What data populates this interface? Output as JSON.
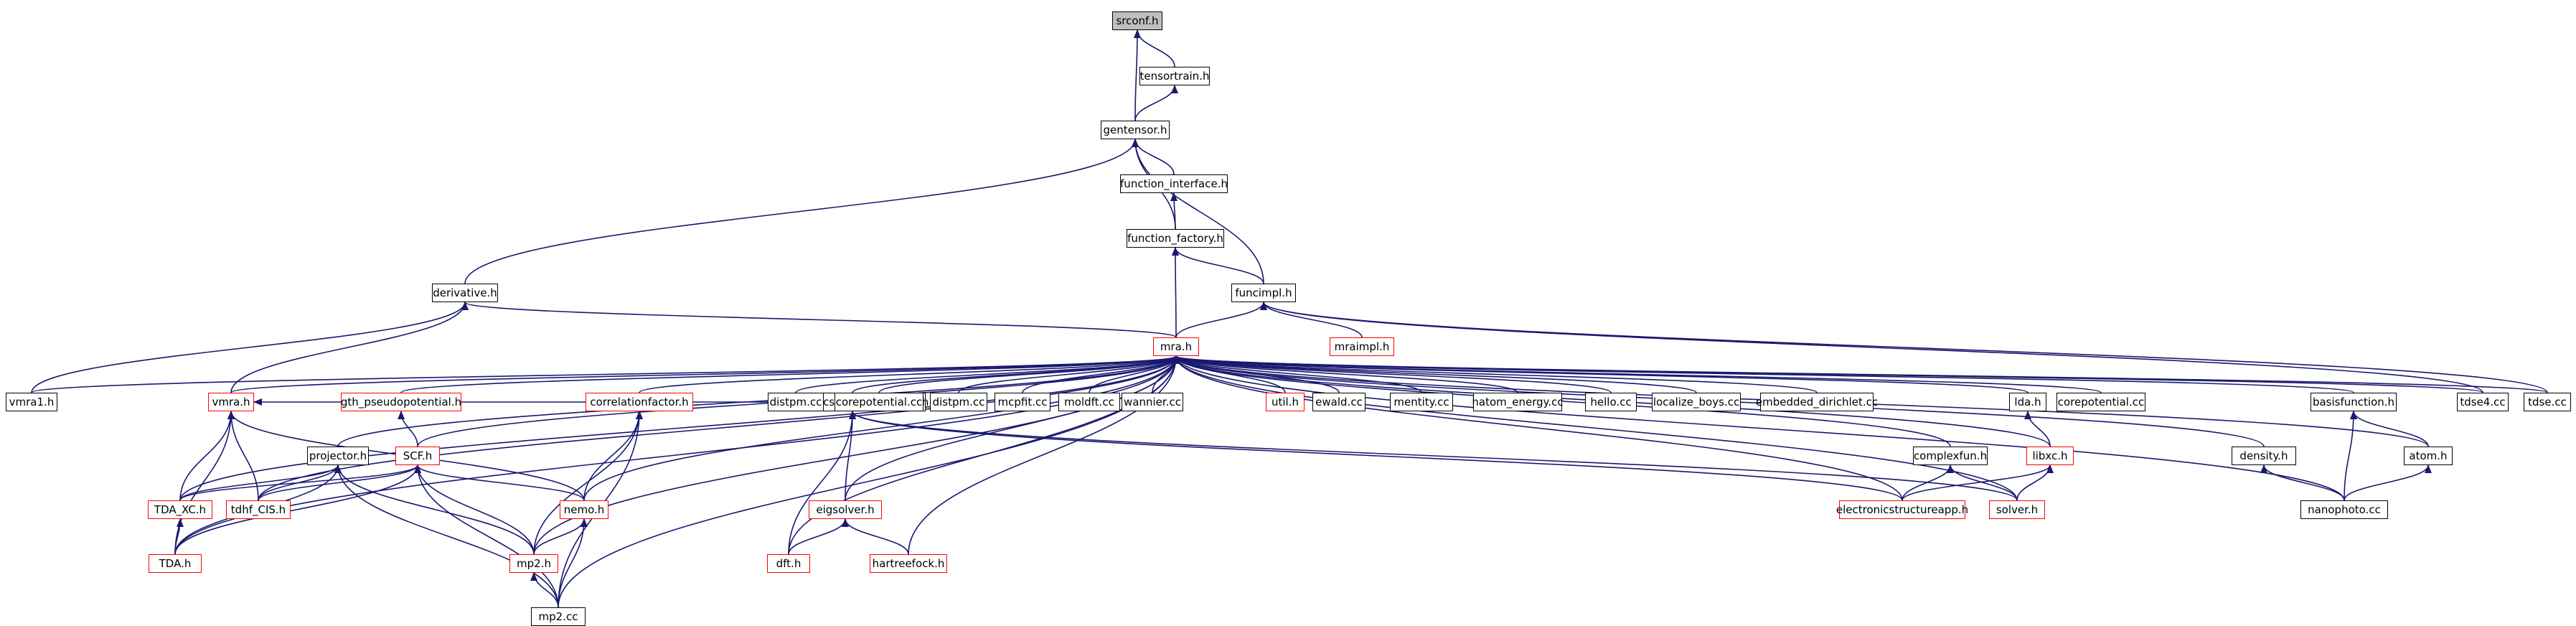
{
  "colors": {
    "edge": "#191970",
    "node_border": "#000000",
    "truncated_border": "#ff0000",
    "root_fill": "#bfbfbf",
    "background": "#ffffff"
  },
  "nodes": [
    {
      "id": "srconf",
      "label": "srconf.h",
      "style": "root"
    },
    {
      "id": "tensortrain",
      "label": "tensortrain.h",
      "style": "normal"
    },
    {
      "id": "gentensor",
      "label": "gentensor.h",
      "style": "normal"
    },
    {
      "id": "function_interface",
      "label": "function_interface.h",
      "style": "normal"
    },
    {
      "id": "function_factory",
      "label": "function_factory.h",
      "style": "normal"
    },
    {
      "id": "derivative",
      "label": "derivative.h",
      "style": "normal"
    },
    {
      "id": "funcimpl",
      "label": "funcimpl.h",
      "style": "normal"
    },
    {
      "id": "mra",
      "label": "mra.h",
      "style": "red"
    },
    {
      "id": "mraimpl",
      "label": "mraimpl.h",
      "style": "red"
    },
    {
      "id": "vmra1",
      "label": "vmra1.h",
      "style": "normal"
    },
    {
      "id": "vmra",
      "label": "vmra.h",
      "style": "red"
    },
    {
      "id": "gth",
      "label": "gth_pseudopotential.h",
      "style": "red"
    },
    {
      "id": "corrfactor",
      "label": "correlationfactor.h",
      "style": "red"
    },
    {
      "id": "esparams",
      "label": "electronicstructureparams.h",
      "style": "normal"
    },
    {
      "id": "distpm1",
      "label": "distpm.cc",
      "style": "normal"
    },
    {
      "id": "corepotential_cc1",
      "label": "corepotential.cc",
      "style": "normal"
    },
    {
      "id": "distpm2",
      "label": "distpm.cc",
      "style": "normal"
    },
    {
      "id": "mcpfit",
      "label": "mcpfit.cc",
      "style": "normal"
    },
    {
      "id": "moldft",
      "label": "moldft.cc",
      "style": "normal"
    },
    {
      "id": "wannier",
      "label": "wannier.cc",
      "style": "normal"
    },
    {
      "id": "util",
      "label": "util.h",
      "style": "red"
    },
    {
      "id": "ewald",
      "label": "ewald.cc",
      "style": "normal"
    },
    {
      "id": "mentity",
      "label": "mentity.cc",
      "style": "normal"
    },
    {
      "id": "hatom",
      "label": "hatom_energy.cc",
      "style": "normal"
    },
    {
      "id": "hello",
      "label": "hello.cc",
      "style": "normal"
    },
    {
      "id": "localize",
      "label": "localize_boys.cc",
      "style": "normal"
    },
    {
      "id": "embedded",
      "label": "embedded_dirichlet.cc",
      "style": "normal"
    },
    {
      "id": "lda",
      "label": "lda.h",
      "style": "normal"
    },
    {
      "id": "corepotential_cc2",
      "label": "corepotential.cc",
      "style": "normal"
    },
    {
      "id": "basisfunction",
      "label": "basisfunction.h",
      "style": "normal"
    },
    {
      "id": "tdse4",
      "label": "tdse4.cc",
      "style": "normal"
    },
    {
      "id": "tdse",
      "label": "tdse.cc",
      "style": "normal"
    },
    {
      "id": "projector",
      "label": "projector.h",
      "style": "normal"
    },
    {
      "id": "scf",
      "label": "SCF.h",
      "style": "red"
    },
    {
      "id": "nemo",
      "label": "nemo.h",
      "style": "red"
    },
    {
      "id": "eigsolver",
      "label": "eigsolver.h",
      "style": "red"
    },
    {
      "id": "complexfun",
      "label": "complexfun.h",
      "style": "normal"
    },
    {
      "id": "libxc",
      "label": "libxc.h",
      "style": "red"
    },
    {
      "id": "density",
      "label": "density.h",
      "style": "normal"
    },
    {
      "id": "atom",
      "label": "atom.h",
      "style": "normal"
    },
    {
      "id": "tda_xc",
      "label": "TDA_XC.h",
      "style": "red"
    },
    {
      "id": "tdhf_cis",
      "label": "tdhf_CIS.h",
      "style": "red"
    },
    {
      "id": "esapp",
      "label": "electronicstructureapp.h",
      "style": "red"
    },
    {
      "id": "solver",
      "label": "solver.h",
      "style": "red"
    },
    {
      "id": "nanophoto",
      "label": "nanophoto.cc",
      "style": "normal"
    },
    {
      "id": "tda",
      "label": "TDA.h",
      "style": "red"
    },
    {
      "id": "mp2h",
      "label": "mp2.h",
      "style": "red"
    },
    {
      "id": "dft",
      "label": "dft.h",
      "style": "red"
    },
    {
      "id": "hartreefock",
      "label": "hartreefock.h",
      "style": "red"
    },
    {
      "id": "mp2cc",
      "label": "mp2.cc",
      "style": "normal"
    }
  ],
  "edges": [
    [
      "tensortrain",
      "srconf"
    ],
    [
      "gentensor",
      "srconf"
    ],
    [
      "gentensor",
      "tensortrain"
    ],
    [
      "function_interface",
      "gentensor"
    ],
    [
      "function_factory",
      "gentensor"
    ],
    [
      "derivative",
      "gentensor"
    ],
    [
      "funcimpl",
      "gentensor"
    ],
    [
      "function_factory",
      "function_interface"
    ],
    [
      "mra",
      "function_factory"
    ],
    [
      "funcimpl",
      "function_factory"
    ],
    [
      "vmra1",
      "derivative"
    ],
    [
      "vmra",
      "derivative"
    ],
    [
      "mra",
      "derivative"
    ],
    [
      "mra",
      "funcimpl"
    ],
    [
      "mraimpl",
      "funcimpl"
    ],
    [
      "tdse",
      "funcimpl"
    ],
    [
      "tdse4",
      "funcimpl"
    ],
    [
      "vmra1",
      "mra"
    ],
    [
      "vmra",
      "mra"
    ],
    [
      "gth",
      "mra"
    ],
    [
      "corrfactor",
      "mra"
    ],
    [
      "esparams",
      "mra"
    ],
    [
      "distpm1",
      "mra"
    ],
    [
      "corepotential_cc1",
      "mra"
    ],
    [
      "distpm2",
      "mra"
    ],
    [
      "mcpfit",
      "mra"
    ],
    [
      "moldft",
      "mra"
    ],
    [
      "wannier",
      "mra"
    ],
    [
      "util",
      "mra"
    ],
    [
      "ewald",
      "mra"
    ],
    [
      "mentity",
      "mra"
    ],
    [
      "hatom",
      "mra"
    ],
    [
      "hello",
      "mra"
    ],
    [
      "localize",
      "mra"
    ],
    [
      "embedded",
      "mra"
    ],
    [
      "lda",
      "mra"
    ],
    [
      "corepotential_cc2",
      "mra"
    ],
    [
      "basisfunction",
      "mra"
    ],
    [
      "tdse4",
      "mra"
    ],
    [
      "tdse",
      "mra"
    ],
    [
      "projector",
      "mra"
    ],
    [
      "scf",
      "mra"
    ],
    [
      "nemo",
      "mra"
    ],
    [
      "eigsolver",
      "mra"
    ],
    [
      "complexfun",
      "mra"
    ],
    [
      "libxc",
      "mra"
    ],
    [
      "density",
      "mra"
    ],
    [
      "atom",
      "mra"
    ],
    [
      "tda_xc",
      "mra"
    ],
    [
      "tdhf_cis",
      "mra"
    ],
    [
      "esapp",
      "mra"
    ],
    [
      "solver",
      "mra"
    ],
    [
      "nanophoto",
      "mra"
    ],
    [
      "tda",
      "mra"
    ],
    [
      "mp2h",
      "mra"
    ],
    [
      "dft",
      "mra"
    ],
    [
      "hartreefock",
      "mra"
    ],
    [
      "mp2cc",
      "mra"
    ],
    [
      "tda_xc",
      "vmra"
    ],
    [
      "tdhf_cis",
      "vmra"
    ],
    [
      "tda",
      "vmra"
    ],
    [
      "nemo",
      "vmra"
    ],
    [
      "esparams",
      "vmra"
    ],
    [
      "scf",
      "gth"
    ],
    [
      "tda_xc",
      "projector"
    ],
    [
      "tdhf_cis",
      "projector"
    ],
    [
      "tda",
      "projector"
    ],
    [
      "mp2h",
      "projector"
    ],
    [
      "mp2cc",
      "projector"
    ],
    [
      "tda_xc",
      "scf"
    ],
    [
      "tdhf_cis",
      "scf"
    ],
    [
      "nemo",
      "scf"
    ],
    [
      "mp2h",
      "scf"
    ],
    [
      "mp2cc",
      "scf"
    ],
    [
      "tda",
      "scf"
    ],
    [
      "nemo",
      "corrfactor"
    ],
    [
      "mp2h",
      "corrfactor"
    ],
    [
      "mp2cc",
      "corrfactor"
    ],
    [
      "mp2h",
      "nemo"
    ],
    [
      "mp2cc",
      "nemo"
    ],
    [
      "mp2cc",
      "mp2h"
    ],
    [
      "tda",
      "tda_xc"
    ],
    [
      "eigsolver",
      "esparams"
    ],
    [
      "dft",
      "esparams"
    ],
    [
      "esapp",
      "esparams"
    ],
    [
      "solver",
      "esparams"
    ],
    [
      "dft",
      "eigsolver"
    ],
    [
      "hartreefock",
      "eigsolver"
    ],
    [
      "esapp",
      "complexfun"
    ],
    [
      "solver",
      "complexfun"
    ],
    [
      "libxc",
      "lda"
    ],
    [
      "esapp",
      "libxc"
    ],
    [
      "solver",
      "libxc"
    ],
    [
      "nanophoto",
      "basisfunction"
    ],
    [
      "atom",
      "basisfunction"
    ],
    [
      "nanophoto",
      "density"
    ],
    [
      "nanophoto",
      "atom"
    ]
  ]
}
